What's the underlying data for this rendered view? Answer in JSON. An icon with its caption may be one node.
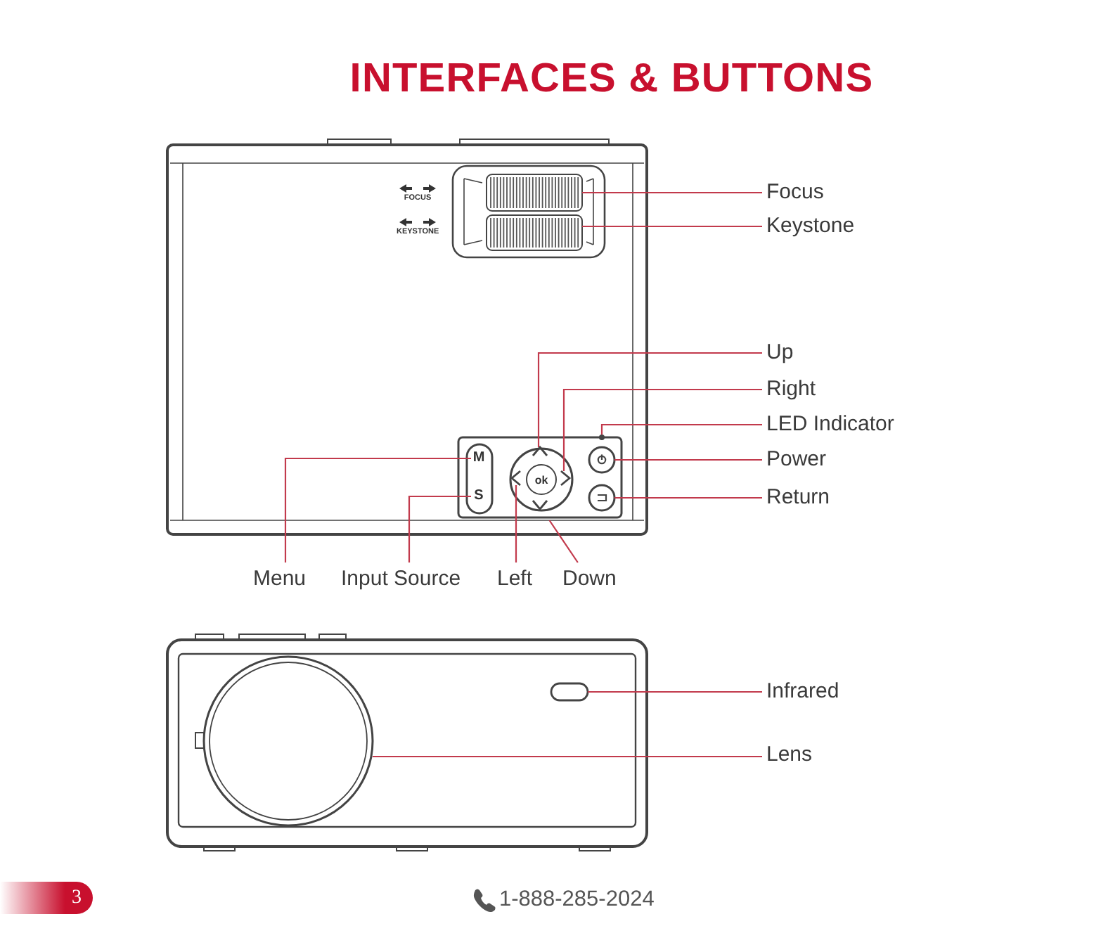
{
  "diagram": {
    "title": "INTERFACES & BUTTONS",
    "nodes": [
      {
        "text": [
          "Focus"
        ]
      },
      {
        "text": [
          "Keystone"
        ]
      },
      {
        "text": [
          "Up"
        ]
      },
      {
        "text": [
          "Right"
        ]
      },
      {
        "text": [
          "LED Indicator"
        ]
      },
      {
        "text": [
          "Power"
        ]
      },
      {
        "text": [
          "Return"
        ]
      },
      {
        "text": [
          "Menu"
        ]
      },
      {
        "text": [
          "Input Source"
        ]
      },
      {
        "text": [
          "Left"
        ]
      },
      {
        "text": [
          "Down"
        ]
      },
      {
        "text": [
          "Infrared"
        ]
      },
      {
        "text": [
          "Lens"
        ]
      },
      {
        "text": [],
        "shape": "wheel"
      },
      {
        "text": [],
        "shape": "wheel"
      },
      {
        "text": [],
        "shape": "chevron"
      },
      {
        "text": [],
        "shape": "chevron"
      },
      {
        "text": [],
        "shape": "dot"
      },
      {
        "text": [],
        "shape": "circle"
      },
      {
        "text": [],
        "shape": "circle"
      },
      {
        "text": [
          "M"
        ]
      },
      {
        "text": [
          "S"
        ]
      },
      {
        "text": [],
        "shape": "chevron"
      },
      {
        "text": [],
        "shape": "chevron"
      },
      {
        "text": [
          "ok"
        ]
      },
      {
        "text": [],
        "shape": "box"
      },
      {
        "text": [],
        "shape": "circle"
      }
    ],
    "edges": [
      {
        "from": 0,
        "to": 13,
        "arrow": "none"
      },
      {
        "from": 1,
        "to": 14,
        "arrow": "none"
      },
      {
        "from": 2,
        "to": 15,
        "arrow": "none"
      },
      {
        "from": 3,
        "to": 16,
        "arrow": "none"
      },
      {
        "from": 4,
        "to": 17,
        "arrow": "none"
      },
      {
        "from": 5,
        "to": 18,
        "arrow": "none"
      },
      {
        "from": 6,
        "to": 19,
        "arrow": "none"
      },
      {
        "from": 7,
        "to": 20,
        "arrow": "none"
      },
      {
        "from": 8,
        "to": 21,
        "arrow": "none"
      },
      {
        "from": 9,
        "to": 22,
        "arrow": "none"
      },
      {
        "from": 10,
        "to": 23,
        "arrow": "none"
      },
      {
        "from": 11,
        "to": 25,
        "arrow": "none"
      },
      {
        "from": 12,
        "to": 26,
        "arrow": "none"
      }
    ],
    "labels": [
      "FOCUS",
      "KEYSTONE",
      "3",
      "1-888-285-2024"
    ]
  }
}
